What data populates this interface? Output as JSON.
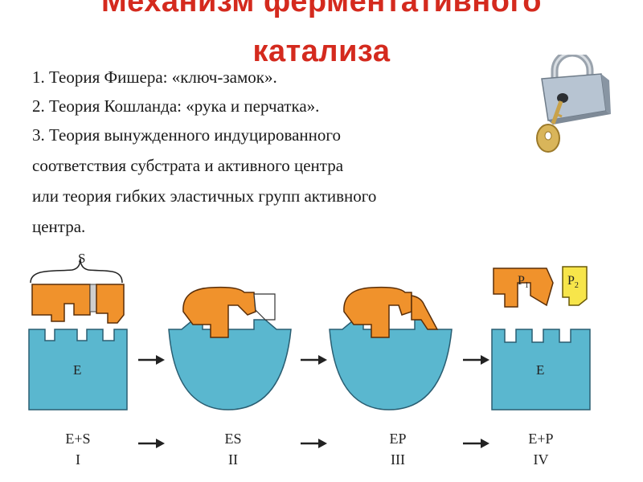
{
  "title": {
    "line1": "Механизм ферментативного",
    "line2": "катализа"
  },
  "theories": [
    "1. Теория Фишера: «ключ-замок».",
    "2. Теория Кошланда: «рука и перчатка».",
    "3. Теория вынужденного индуцированного",
    "соответствия субстрата и активного центра",
    "или теория гибких эластичных групп активного",
    "центра."
  ],
  "diagram": {
    "substrate_label": "S",
    "enzyme_label": "E",
    "product_labels": {
      "p1_main": "P",
      "p1_sub": "1",
      "p2_main": "P",
      "p2_sub": "2"
    },
    "stages": [
      {
        "formula": "E+S",
        "numeral": "I"
      },
      {
        "formula": "ES",
        "numeral": "II"
      },
      {
        "formula": "EP",
        "numeral": "III"
      },
      {
        "formula": "E+P",
        "numeral": "IV"
      }
    ],
    "colors": {
      "enzyme": "#5ab7cf",
      "substrate": "#f0922c",
      "product2": "#f7e54a",
      "title": "#d42a1e"
    },
    "icons": [
      "padlock-icon",
      "key-icon",
      "arrow-right-icon"
    ]
  }
}
